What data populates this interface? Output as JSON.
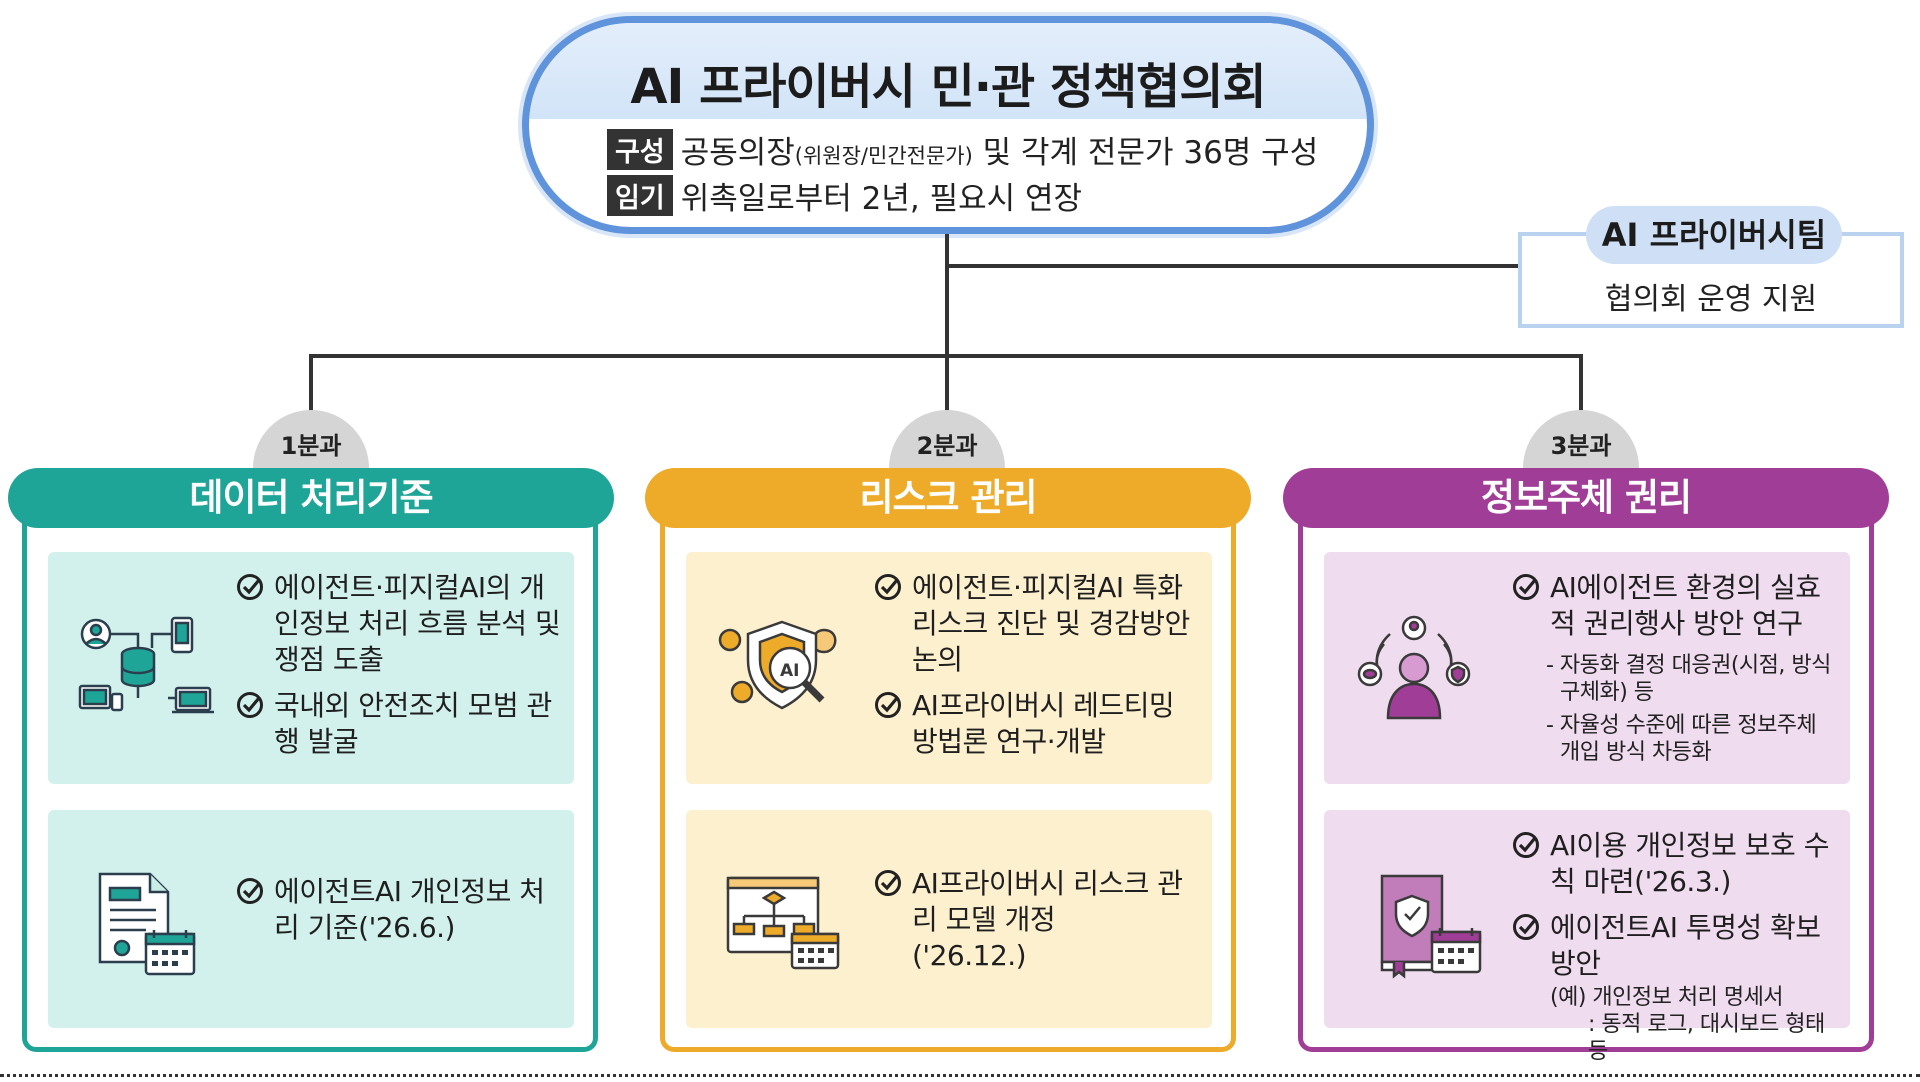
{
  "council": {
    "title": "AI 프라이버시 민·관 정책협의회",
    "composition": {
      "tag": "구성",
      "lead": "공동의장",
      "paren": "(위원장/민간전문가)",
      "rest": " 및 각계 전문가 36명 구성"
    },
    "term": {
      "tag": "임기",
      "text": "위촉일로부터 2년, 필요시 연장"
    }
  },
  "team": {
    "title": "AI 프라이버시팀",
    "desc": "협의회 운영 지원"
  },
  "committees": [
    {
      "badge": "1분과",
      "title": "데이터 처리기준",
      "color": "#1fa597",
      "panel_bg": "#d3f1ec",
      "panels": [
        {
          "icon": "network-database-icon",
          "items": [
            "에이전트·피지컬AI의 개인정보 처리 흐름 분석 및 쟁점 도출",
            "국내외 안전조치 모범 관행 발굴"
          ]
        },
        {
          "icon": "document-calendar-icon",
          "items": [
            "에이전트AI 개인정보 처리 기준('26.6.)"
          ]
        }
      ]
    },
    {
      "badge": "2분과",
      "title": "리스크 관리",
      "color": "#eeaa29",
      "panel_bg": "#fdf0cf",
      "panels": [
        {
          "icon": "ai-shield-magnifier-icon",
          "items": [
            "에이전트·피지컬AI 특화 리스크 진단 및 경감방안 논의",
            "AI프라이버시 레드티밍 방법론 연구·개발"
          ]
        },
        {
          "icon": "flowchart-calendar-icon",
          "items": [
            "AI프라이버시 리스크 관리 모델 개정"
          ],
          "note": "('26.12.)"
        }
      ]
    },
    {
      "badge": "3분과",
      "title": "정보주체 권리",
      "color": "#a03d96",
      "panel_bg": "#f0dcef",
      "panels": [
        {
          "icon": "person-rights-icon",
          "items": [
            "AI에이전트 환경의 실효적 권리행사 방안 연구"
          ],
          "subs": [
            "- 자동화 결정 대응권(시점, 방식 구체화) 등",
            "- 자율성 수준에 따른 정보주체 개입 방식 차등화"
          ]
        },
        {
          "icon": "book-shield-calendar-icon",
          "items": [
            "AI이용 개인정보 보호 수칙 마련('26.3.)",
            "에이전트AI 투명성 확보 방안"
          ],
          "note_lines": [
            "(예) 개인정보 처리 명세서",
            ": 동적 로그, 대시보드 형태 등"
          ]
        }
      ]
    }
  ]
}
